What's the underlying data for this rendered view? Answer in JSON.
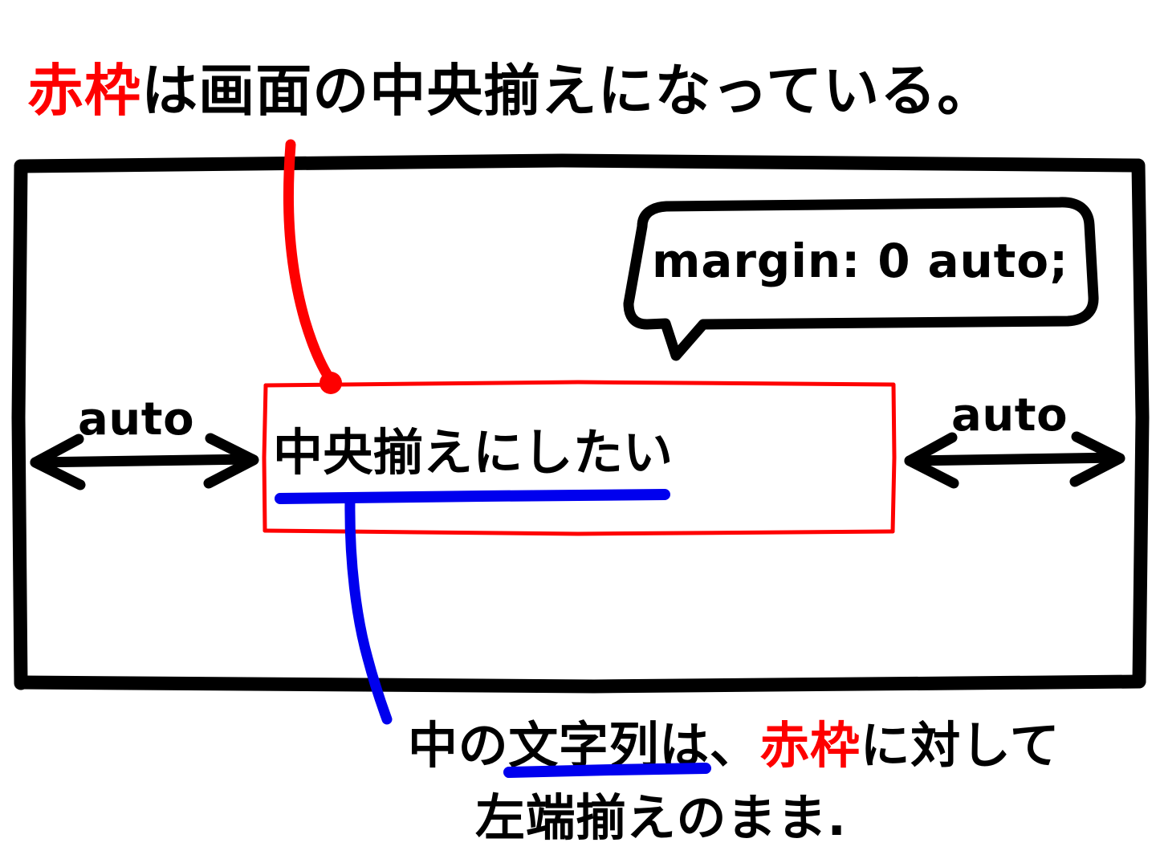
{
  "diagram": {
    "title_caption": {
      "segment_red": "赤枠",
      "segment_black": "は画面の中央揃えになっている。"
    },
    "viewport_frame": {
      "name": "screen-frame",
      "color": "#000000"
    },
    "callout": {
      "text": "margin: 0 auto;",
      "color": "#000000"
    },
    "red_box": {
      "color": "#fe0000",
      "inner_text": "中央揃えにしたい",
      "underline_color": "#0000ee"
    },
    "margins": {
      "left_label": "auto",
      "right_label": "auto",
      "arrow_color": "#000000"
    },
    "bottom_caption": {
      "line1_a": "中の",
      "line1_b": "文字列",
      "line1_c": "は、",
      "line1_red": "赤枠",
      "line1_d": "に対して",
      "line2": "左端揃えのまま."
    },
    "leaders": {
      "red_leader_color": "#fe0000",
      "blue_leader_color": "#0000ee"
    },
    "colors": {
      "red": "#fe0000",
      "blue": "#0000ee",
      "black": "#000000",
      "background": "#ffffff"
    }
  }
}
